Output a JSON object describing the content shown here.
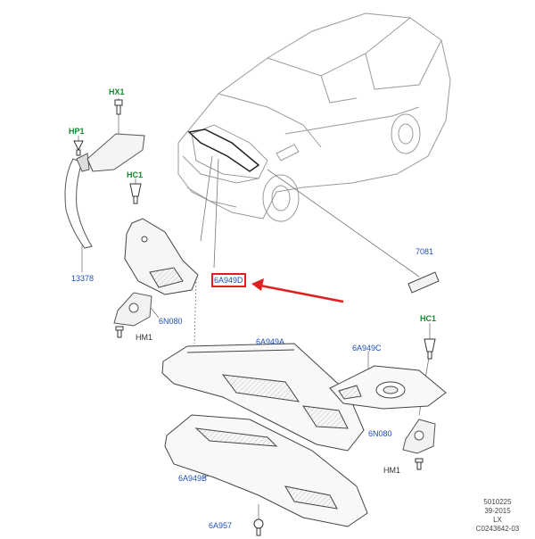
{
  "callouts": {
    "hx1": "HX1",
    "hp1": "HP1",
    "hc1_left": "HC1",
    "p13378": "13378",
    "p6a949d": "6A949D",
    "p6n080_left": "6N080",
    "hm1_left": "HM1",
    "p6a949a": "6A949A",
    "p7081": "7081",
    "hc1_right": "HC1",
    "p6a949c": "6A949C",
    "p6n080_right": "6N080",
    "hm1_right": "HM1",
    "p6a949b": "6A949B",
    "p6a957": "6A957"
  },
  "reference": {
    "line1": "5010225",
    "line2": "39-2015",
    "line3": "LX",
    "line4": "C0243642-03"
  },
  "colors": {
    "part_label": "#1f4fb5",
    "fastener_label": "#148a2c",
    "highlight": "#e02020"
  }
}
